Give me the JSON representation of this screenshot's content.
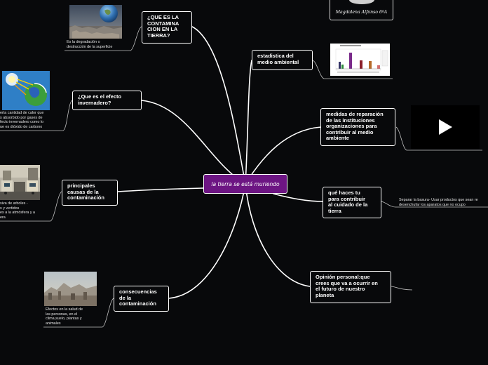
{
  "center": {
    "label": "la tierra se está muriendo"
  },
  "nodes": {
    "que_es": {
      "label": "¿QUE ES LA\nCONTAMINA\nCION EN LA\nTIERRA?"
    },
    "estadistica": {
      "label": "estadistica del\nmedio ambiental"
    },
    "efecto": {
      "label": "¿Que es el efecto\ninvernadero?"
    },
    "medidas": {
      "label": "medidas de reparación\nde las instituciones\norganizaciones para\ncontribuir al medio\nambiente"
    },
    "causas": {
      "label": "principales\ncausas de la\ncontaminación"
    },
    "que_haces": {
      "label": "qué haces tu\npara contribuir\nal cuidado de la\ntierra"
    },
    "consecuencias": {
      "label": "consecuencias\nde la\ncontaminación"
    },
    "opinion": {
      "label": "Opinión personal:que\ncrees que va a ocurrir en\nel futuro de nuestro\nplaneta"
    }
  },
  "notes": {
    "degradacion": "Es la degradación o\ndestrucción de la superficie",
    "efecto": "erta cantidad de calor que\ns absorbido por gases de\nfecto invernadero como lo\nue es dióxido de carbono",
    "causas": "siva de arboles -\ns y vertidos\nes a la atmósfera y a\nera",
    "contribuir": "Separar la basura- Usar productos que sean re\ndesenchufar los aparatos que no ocupo",
    "efectos": "Efectos en la salud de\nlas personas, en el\nclima,suelo, plantas y\nanimales"
  },
  "signature": "Magdalena Alfonso 6ºA",
  "icons": {
    "play": "play-icon",
    "earth": "earth-photo",
    "greenhouse": "greenhouse-earth-illustration",
    "traffic": "traffic-pollution-photo",
    "city_smog": "city-smog-photo",
    "stats_chart": "statistics-bar-chart-thumbnail"
  },
  "colors": {
    "background": "#08090b",
    "center_node": "#6d1583",
    "lines": "#ffffff"
  }
}
